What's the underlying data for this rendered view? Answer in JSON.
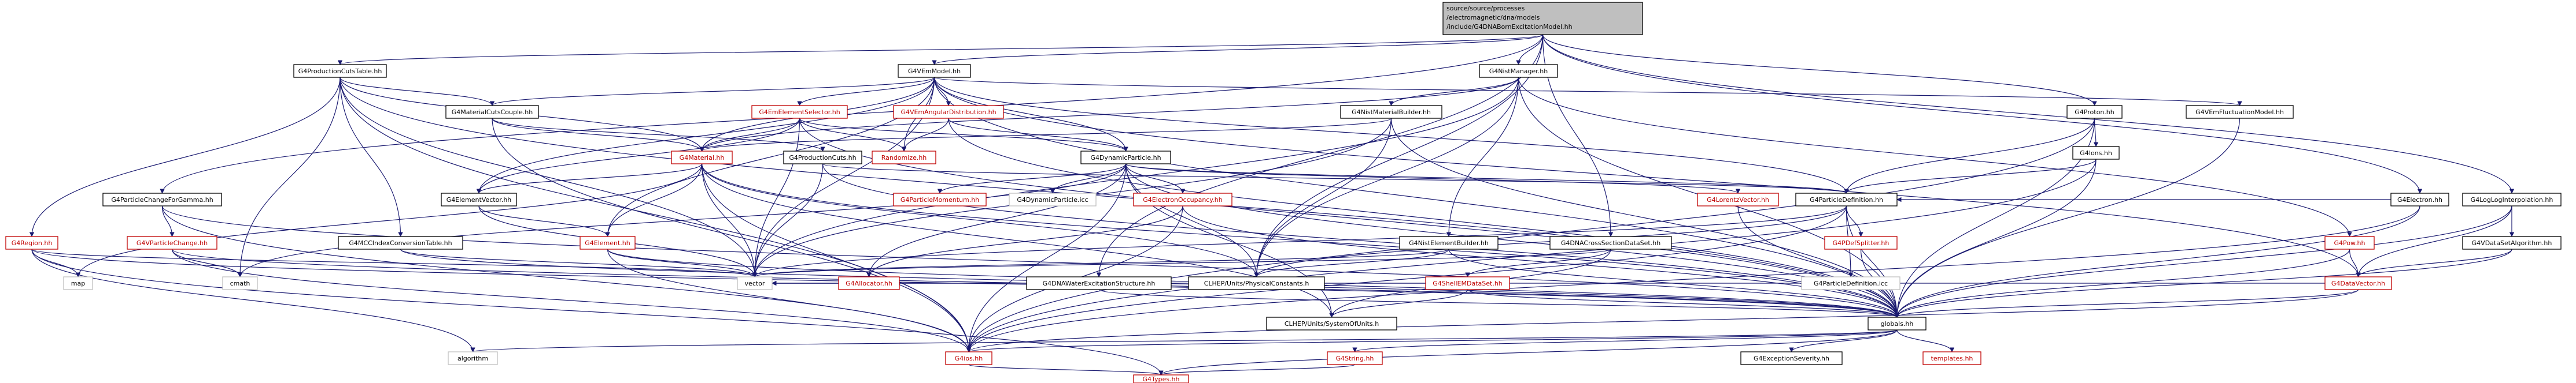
{
  "title": "source/source/processes/electromagnetic/dna/models/include/G4DNABornExcitationModel.hh",
  "colors": {
    "root_fill": "#bfbfbf",
    "node_fill": "#ffffff",
    "node_stroke": "#000000",
    "node_stroke_red": "#bf0000",
    "text_red": "#bf0000",
    "edge": "#191970"
  },
  "root": {
    "id": "root",
    "lines": [
      "source/source/processes",
      "/electromagnetic/dna/models",
      "/include/G4DNABornExcitationModel.hh"
    ]
  },
  "nodes": [
    {
      "id": "G4ProductionCutsTable",
      "label": "G4ProductionCutsTable.hh",
      "red": false
    },
    {
      "id": "G4VEmModel",
      "label": "G4VEmModel.hh",
      "red": false
    },
    {
      "id": "G4NistManager",
      "label": "G4NistManager.hh",
      "red": false
    },
    {
      "id": "G4Proton",
      "label": "G4Proton.hh",
      "red": false
    },
    {
      "id": "G4Electron",
      "label": "G4Electron.hh",
      "red": false
    },
    {
      "id": "G4LogLogInterpolation",
      "label": "G4LogLogInterpolation.hh",
      "red": false
    },
    {
      "id": "G4MaterialCutsCouple",
      "label": "G4MaterialCutsCouple.hh",
      "red": false
    },
    {
      "id": "G4EmElementSelector",
      "label": "G4EmElementSelector.hh",
      "red": true
    },
    {
      "id": "G4VEmAngularDistribution",
      "label": "G4VEmAngularDistribution.hh",
      "red": true
    },
    {
      "id": "G4NistMaterialBuilder",
      "label": "G4NistMaterialBuilder.hh",
      "red": false
    },
    {
      "id": "G4Ions",
      "label": "G4Ions.hh",
      "red": false
    },
    {
      "id": "G4VEmFluctuationModel",
      "label": "G4VEmFluctuationModel.hh",
      "red": false
    },
    {
      "id": "G4Pow",
      "label": "G4Pow.hh",
      "red": true
    },
    {
      "id": "G4VDataSetAlgorithm",
      "label": "G4VDataSetAlgorithm.hh",
      "red": false
    },
    {
      "id": "G4Material",
      "label": "G4Material.hh",
      "red": true
    },
    {
      "id": "G4ProductionCuts",
      "label": "G4ProductionCuts.hh",
      "red": false
    },
    {
      "id": "Randomize",
      "label": "Randomize.hh",
      "red": true
    },
    {
      "id": "G4DynamicParticle",
      "label": "G4DynamicParticle.hh",
      "red": false
    },
    {
      "id": "G4ParticleChangeForGamma",
      "label": "G4ParticleChangeForGamma.hh",
      "red": false
    },
    {
      "id": "G4ElementVector",
      "label": "G4ElementVector.hh",
      "red": false
    },
    {
      "id": "G4ParticleMomentum",
      "label": "G4ParticleMomentum.hh",
      "red": true
    },
    {
      "id": "G4DynamicParticle_icc",
      "label": "G4DynamicParticle.icc",
      "red": false,
      "plain": true
    },
    {
      "id": "G4ElectronOccupancy",
      "label": "G4ElectronOccupancy.hh",
      "red": true
    },
    {
      "id": "G4NistElementBuilder",
      "label": "G4NistElementBuilder.hh",
      "red": false
    },
    {
      "id": "G4DNACrossSectionDataSet",
      "label": "G4DNACrossSectionDataSet.hh",
      "red": false
    },
    {
      "id": "G4LorentzVector",
      "label": "G4LorentzVector.hh",
      "red": true
    },
    {
      "id": "G4ParticleDefinition",
      "label": "G4ParticleDefinition.hh",
      "red": false
    },
    {
      "id": "G4DataVector",
      "label": "G4DataVector.hh",
      "red": true
    },
    {
      "id": "G4Region",
      "label": "G4Region.hh",
      "red": true
    },
    {
      "id": "G4VParticleChange",
      "label": "G4VParticleChange.hh",
      "red": true
    },
    {
      "id": "G4MCCIndexConversionTable",
      "label": "G4MCCIndexConversionTable.hh",
      "red": false
    },
    {
      "id": "G4Element",
      "label": "G4Element.hh",
      "red": true
    },
    {
      "id": "G4Allocator",
      "label": "G4Allocator.hh",
      "red": true
    },
    {
      "id": "G4DNAWaterExcitationStructure",
      "label": "G4DNAWaterExcitationStructure.hh",
      "red": false
    },
    {
      "id": "PhysicalConstants",
      "label": "CLHEP/Units/PhysicalConstants.h",
      "red": false
    },
    {
      "id": "G4ShellEMDataSet",
      "label": "G4ShellEMDataSet.hh",
      "red": true
    },
    {
      "id": "G4PDefSplitter",
      "label": "G4PDefSplitter.hh",
      "red": true
    },
    {
      "id": "G4ParticleDefinition_icc",
      "label": "G4ParticleDefinition.icc",
      "red": false,
      "plain": true
    },
    {
      "id": "map",
      "label": "map",
      "red": false,
      "plain": true
    },
    {
      "id": "cmath",
      "label": "cmath",
      "red": false,
      "plain": true
    },
    {
      "id": "vector",
      "label": "vector",
      "red": false,
      "plain": true
    },
    {
      "id": "SystemOfUnits",
      "label": "CLHEP/Units/SystemOfUnits.h",
      "red": false
    },
    {
      "id": "globals",
      "label": "globals.hh",
      "red": false
    },
    {
      "id": "algorithm",
      "label": "algorithm",
      "red": false,
      "plain": true
    },
    {
      "id": "G4ios",
      "label": "G4ios.hh",
      "red": true
    },
    {
      "id": "G4String",
      "label": "G4String.hh",
      "red": true
    },
    {
      "id": "G4ExceptionSeverity",
      "label": "G4ExceptionSeverity.hh",
      "red": false
    },
    {
      "id": "templates",
      "label": "templates.hh",
      "red": true
    },
    {
      "id": "G4Types",
      "label": "G4Types.hh",
      "red": true
    }
  ],
  "edges": [
    [
      "root",
      "G4ProductionCutsTable"
    ],
    [
      "root",
      "G4VEmModel"
    ],
    [
      "root",
      "G4NistManager"
    ],
    [
      "root",
      "G4Proton"
    ],
    [
      "root",
      "G4Electron"
    ],
    [
      "root",
      "G4LogLogInterpolation"
    ],
    [
      "root",
      "G4DNACrossSectionDataSet"
    ],
    [
      "root",
      "G4DNAWaterExcitationStructure"
    ],
    [
      "root",
      "PhysicalConstants"
    ],
    [
      "root",
      "G4ParticleChangeForGamma"
    ],
    [
      "G4ProductionCutsTable",
      "G4MaterialCutsCouple"
    ],
    [
      "G4ProductionCutsTable",
      "G4MCCIndexConversionTable"
    ],
    [
      "G4ProductionCutsTable",
      "G4Region"
    ],
    [
      "G4ProductionCutsTable",
      "cmath"
    ],
    [
      "G4ProductionCutsTable",
      "vector"
    ],
    [
      "G4ProductionCutsTable",
      "globals"
    ],
    [
      "G4ProductionCutsTable",
      "G4ios"
    ],
    [
      "G4ProductionCutsTable",
      "G4Material"
    ],
    [
      "G4VEmModel",
      "G4MaterialCutsCouple"
    ],
    [
      "G4VEmModel",
      "G4EmElementSelector"
    ],
    [
      "G4VEmModel",
      "G4VEmAngularDistribution"
    ],
    [
      "G4VEmModel",
      "G4Material"
    ],
    [
      "G4VEmModel",
      "G4DynamicParticle"
    ],
    [
      "G4VEmModel",
      "G4ElementVector"
    ],
    [
      "G4VEmModel",
      "G4ParticleDefinition"
    ],
    [
      "G4VEmModel",
      "G4DataVector"
    ],
    [
      "G4VEmModel",
      "G4VEmFluctuationModel"
    ],
    [
      "G4VEmModel",
      "Randomize"
    ],
    [
      "G4VEmModel",
      "vector"
    ],
    [
      "G4VEmModel",
      "globals"
    ],
    [
      "G4VEmModel",
      "G4Element"
    ],
    [
      "G4NistManager",
      "G4NistMaterialBuilder"
    ],
    [
      "G4NistManager",
      "G4NistElementBuilder"
    ],
    [
      "G4NistManager",
      "G4Material"
    ],
    [
      "G4NistManager",
      "G4Pow"
    ],
    [
      "G4NistManager",
      "globals"
    ],
    [
      "G4NistManager",
      "PhysicalConstants"
    ],
    [
      "G4NistManager",
      "vector"
    ],
    [
      "G4Proton",
      "G4Ions"
    ],
    [
      "G4Proton",
      "G4ParticleDefinition"
    ],
    [
      "G4Proton",
      "globals"
    ],
    [
      "G4Proton",
      "G4ios"
    ],
    [
      "G4Electron",
      "G4ParticleDefinition"
    ],
    [
      "G4Electron",
      "globals"
    ],
    [
      "G4Electron",
      "G4ios"
    ],
    [
      "G4LogLogInterpolation",
      "G4VDataSetAlgorithm"
    ],
    [
      "G4LogLogInterpolation",
      "G4DataVector"
    ],
    [
      "G4LogLogInterpolation",
      "globals"
    ],
    [
      "G4MaterialCutsCouple",
      "G4ProductionCuts"
    ],
    [
      "G4MaterialCutsCouple",
      "G4Material"
    ],
    [
      "G4MaterialCutsCouple",
      "G4ios"
    ],
    [
      "G4EmElementSelector",
      "G4Material"
    ],
    [
      "G4EmElementSelector",
      "G4ElementVector"
    ],
    [
      "G4EmElementSelector",
      "Randomize"
    ],
    [
      "G4EmElementSelector",
      "G4DynamicParticle"
    ],
    [
      "G4EmElementSelector",
      "vector"
    ],
    [
      "G4EmElementSelector",
      "globals"
    ],
    [
      "G4VEmAngularDistribution",
      "G4DynamicParticle"
    ],
    [
      "G4VEmAngularDistribution",
      "Randomize"
    ],
    [
      "G4VEmAngularDistribution",
      "globals"
    ],
    [
      "G4NistMaterialBuilder",
      "G4Material"
    ],
    [
      "G4NistMaterialBuilder",
      "globals"
    ],
    [
      "G4NistMaterialBuilder",
      "vector"
    ],
    [
      "G4NistMaterialBuilder",
      "PhysicalConstants"
    ],
    [
      "G4Ions",
      "G4ParticleDefinition"
    ],
    [
      "G4Ions",
      "globals"
    ],
    [
      "G4Ions",
      "G4ios"
    ],
    [
      "G4VEmFluctuationModel",
      "globals"
    ],
    [
      "G4Pow",
      "G4DataVector"
    ],
    [
      "G4Pow",
      "globals"
    ],
    [
      "G4VDataSetAlgorithm",
      "G4DataVector"
    ],
    [
      "G4VDataSetAlgorithm",
      "globals"
    ],
    [
      "G4Material",
      "G4Element"
    ],
    [
      "G4Material",
      "G4ElementVector"
    ],
    [
      "G4Material",
      "vector"
    ],
    [
      "G4Material",
      "globals"
    ],
    [
      "G4Material",
      "G4ios"
    ],
    [
      "G4Material",
      "map"
    ],
    [
      "G4Material",
      "PhysicalConstants"
    ],
    [
      "G4Material",
      "SystemOfUnits"
    ],
    [
      "G4ProductionCuts",
      "globals"
    ],
    [
      "G4ProductionCuts",
      "vector"
    ],
    [
      "G4ProductionCuts",
      "G4ParticleDefinition"
    ],
    [
      "G4DynamicParticle",
      "G4ParticleMomentum"
    ],
    [
      "G4DynamicParticle",
      "G4DynamicParticle_icc"
    ],
    [
      "G4DynamicParticle",
      "G4ElectronOccupancy"
    ],
    [
      "G4DynamicParticle",
      "G4LorentzVector"
    ],
    [
      "G4DynamicParticle",
      "G4ParticleDefinition"
    ],
    [
      "G4DynamicParticle",
      "G4Allocator"
    ],
    [
      "G4DynamicParticle",
      "PhysicalConstants"
    ],
    [
      "G4DynamicParticle",
      "globals"
    ],
    [
      "G4DynamicParticle",
      "SystemOfUnits"
    ],
    [
      "G4DynamicParticle",
      "G4ios"
    ],
    [
      "G4DynamicParticle",
      "cmath"
    ],
    [
      "G4ParticleChangeForGamma",
      "G4VParticleChange"
    ],
    [
      "G4ParticleChangeForGamma",
      "globals"
    ],
    [
      "G4ParticleChangeForGamma",
      "G4ios"
    ],
    [
      "G4ElementVector",
      "G4Element"
    ],
    [
      "G4ElementVector",
      "vector"
    ],
    [
      "G4ElectronOccupancy",
      "G4Allocator"
    ],
    [
      "G4ElectronOccupancy",
      "globals"
    ],
    [
      "G4ElectronOccupancy",
      "G4ios"
    ],
    [
      "G4NistElementBuilder",
      "globals"
    ],
    [
      "G4NistElementBuilder",
      "vector"
    ],
    [
      "G4NistElementBuilder",
      "PhysicalConstants"
    ],
    [
      "G4DNACrossSectionDataSet",
      "G4ShellEMDataSet"
    ],
    [
      "G4DNACrossSectionDataSet",
      "SystemOfUnits"
    ],
    [
      "G4DNACrossSectionDataSet",
      "vector"
    ],
    [
      "G4LorentzVector",
      "globals"
    ],
    [
      "G4ParticleDefinition",
      "G4PDefSplitter"
    ],
    [
      "G4ParticleDefinition",
      "G4ParticleDefinition_icc"
    ],
    [
      "G4ParticleDefinition",
      "globals"
    ],
    [
      "G4ParticleDefinition",
      "G4ios"
    ],
    [
      "G4ParticleDefinition",
      "vector"
    ],
    [
      "G4ParticleDefinition",
      "PhysicalConstants"
    ],
    [
      "G4DataVector",
      "globals"
    ],
    [
      "G4DataVector",
      "vector"
    ],
    [
      "G4DataVector",
      "G4ios"
    ],
    [
      "G4Region",
      "map"
    ],
    [
      "G4Region",
      "algorithm"
    ],
    [
      "G4Region",
      "G4Types"
    ],
    [
      "G4Region",
      "globals"
    ],
    [
      "G4Region",
      "vector"
    ],
    [
      "G4VParticleChange",
      "globals"
    ],
    [
      "G4VParticleChange",
      "G4ios"
    ],
    [
      "G4VParticleChange",
      "cmath"
    ],
    [
      "G4MCCIndexConversionTable",
      "globals"
    ],
    [
      "G4MCCIndexConversionTable",
      "vector"
    ],
    [
      "G4Element",
      "globals"
    ],
    [
      "G4Element",
      "vector"
    ],
    [
      "G4Element",
      "G4ios"
    ],
    [
      "G4Allocator",
      "vector"
    ],
    [
      "G4DNAWaterExcitationStructure",
      "vector"
    ],
    [
      "G4DNAWaterExcitationStructure",
      "globals"
    ],
    [
      "G4ShellEMDataSet",
      "globals"
    ],
    [
      "G4ShellEMDataSet",
      "SystemOfUnits"
    ],
    [
      "G4ShellEMDataSet",
      "vector"
    ],
    [
      "G4PDefSplitter",
      "globals"
    ],
    [
      "globals",
      "G4ios"
    ],
    [
      "globals",
      "G4String"
    ],
    [
      "globals",
      "G4ExceptionSeverity"
    ],
    [
      "globals",
      "templates"
    ],
    [
      "globals",
      "G4Types"
    ],
    [
      "globals",
      "algorithm"
    ],
    [
      "G4ios",
      "G4Types"
    ],
    [
      "G4String",
      "G4Types"
    ]
  ]
}
